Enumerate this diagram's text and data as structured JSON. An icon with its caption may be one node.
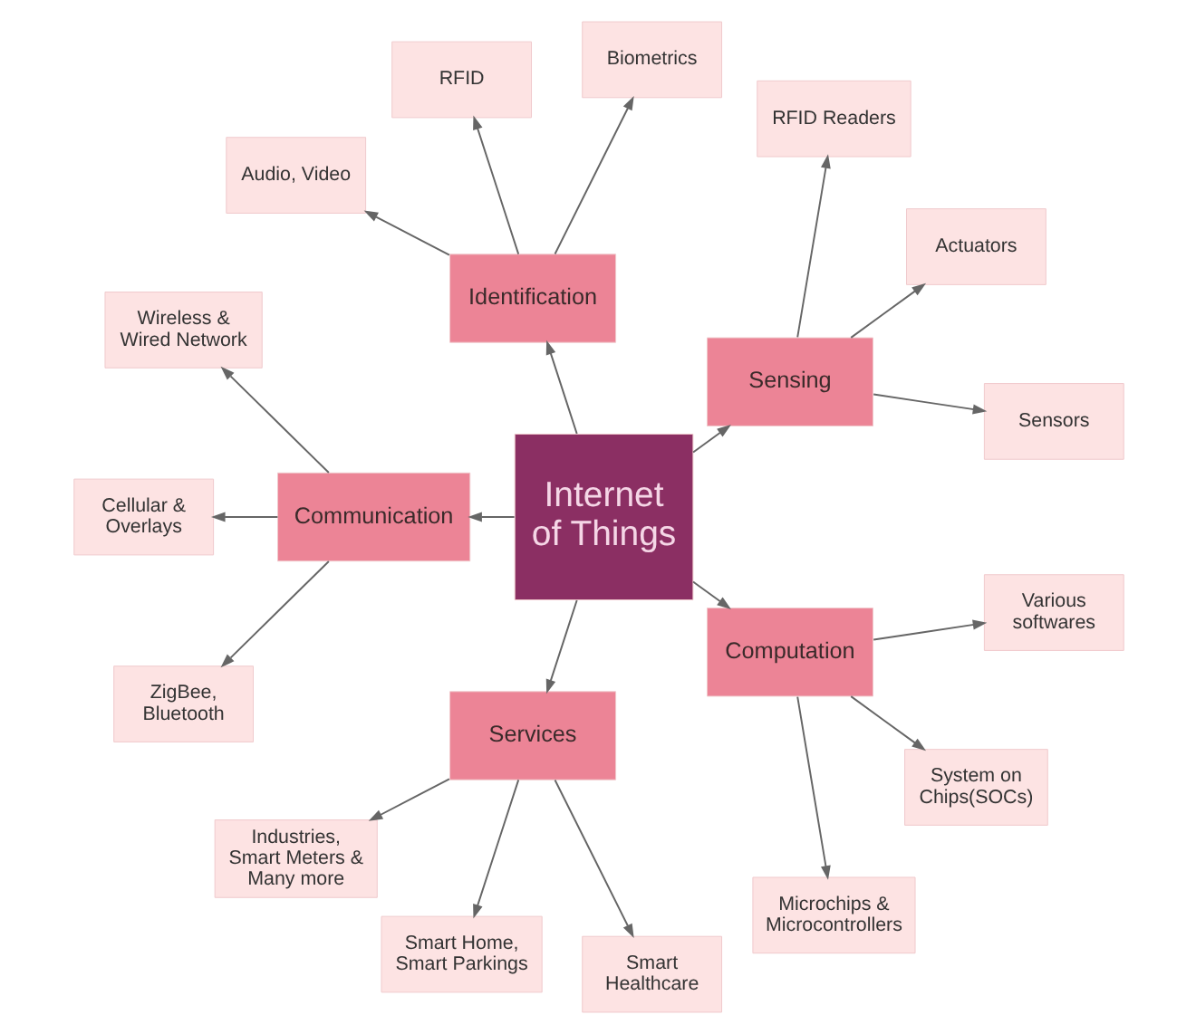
{
  "diagram": {
    "nodes": [
      {
        "text": [
          "Internet of Things"
        ]
      },
      {
        "text": [
          "Sensing"
        ]
      },
      {
        "text": [
          "Sensors"
        ]
      },
      {
        "text": [
          "Actuators"
        ]
      },
      {
        "text": [
          "RFID Readers"
        ]
      },
      {
        "text": [
          "Identification"
        ]
      },
      {
        "text": [
          "Biometrics"
        ]
      },
      {
        "text": [
          "RFID"
        ]
      },
      {
        "text": [
          "Audio, Video"
        ]
      },
      {
        "text": [
          "Communication"
        ]
      },
      {
        "text": [
          "Wireless & Wired Network"
        ]
      },
      {
        "text": [
          "Cellular & Overlays"
        ]
      },
      {
        "text": [
          "ZigBee, Bluetooth"
        ]
      },
      {
        "text": [
          "Services"
        ]
      },
      {
        "text": [
          "Industries, Smart Meters & Many more"
        ]
      },
      {
        "text": [
          "Smart Home, Smart Parkings"
        ]
      },
      {
        "text": [
          "Smart Healthcare"
        ]
      },
      {
        "text": [
          "Computation"
        ]
      },
      {
        "text": [
          "Microchips & Microcontrollers"
        ]
      },
      {
        "text": [
          "System on Chips(SOCs)"
        ]
      },
      {
        "text": [
          "Various softwares"
        ]
      }
    ],
    "edges": [
      {
        "from": 0,
        "to": 1,
        "arrow": "to"
      },
      {
        "from": 0,
        "to": 5,
        "arrow": "to"
      },
      {
        "from": 0,
        "to": 9,
        "arrow": "to"
      },
      {
        "from": 0,
        "to": 13,
        "arrow": "to"
      },
      {
        "from": 0,
        "to": 17,
        "arrow": "to"
      },
      {
        "from": 1,
        "to": 2,
        "arrow": "to"
      },
      {
        "from": 1,
        "to": 3,
        "arrow": "to"
      },
      {
        "from": 1,
        "to": 4,
        "arrow": "to"
      },
      {
        "from": 5,
        "to": 6,
        "arrow": "to"
      },
      {
        "from": 5,
        "to": 7,
        "arrow": "to"
      },
      {
        "from": 5,
        "to": 8,
        "arrow": "to"
      },
      {
        "from": 9,
        "to": 10,
        "arrow": "to"
      },
      {
        "from": 9,
        "to": 11,
        "arrow": "to"
      },
      {
        "from": 9,
        "to": 12,
        "arrow": "to"
      },
      {
        "from": 13,
        "to": 14,
        "arrow": "to"
      },
      {
        "from": 13,
        "to": 15,
        "arrow": "to"
      },
      {
        "from": 13,
        "to": 16,
        "arrow": "to"
      },
      {
        "from": 17,
        "to": 18,
        "arrow": "to"
      },
      {
        "from": 17,
        "to": 19,
        "arrow": "to"
      },
      {
        "from": 17,
        "to": 20,
        "arrow": "to"
      }
    ]
  }
}
